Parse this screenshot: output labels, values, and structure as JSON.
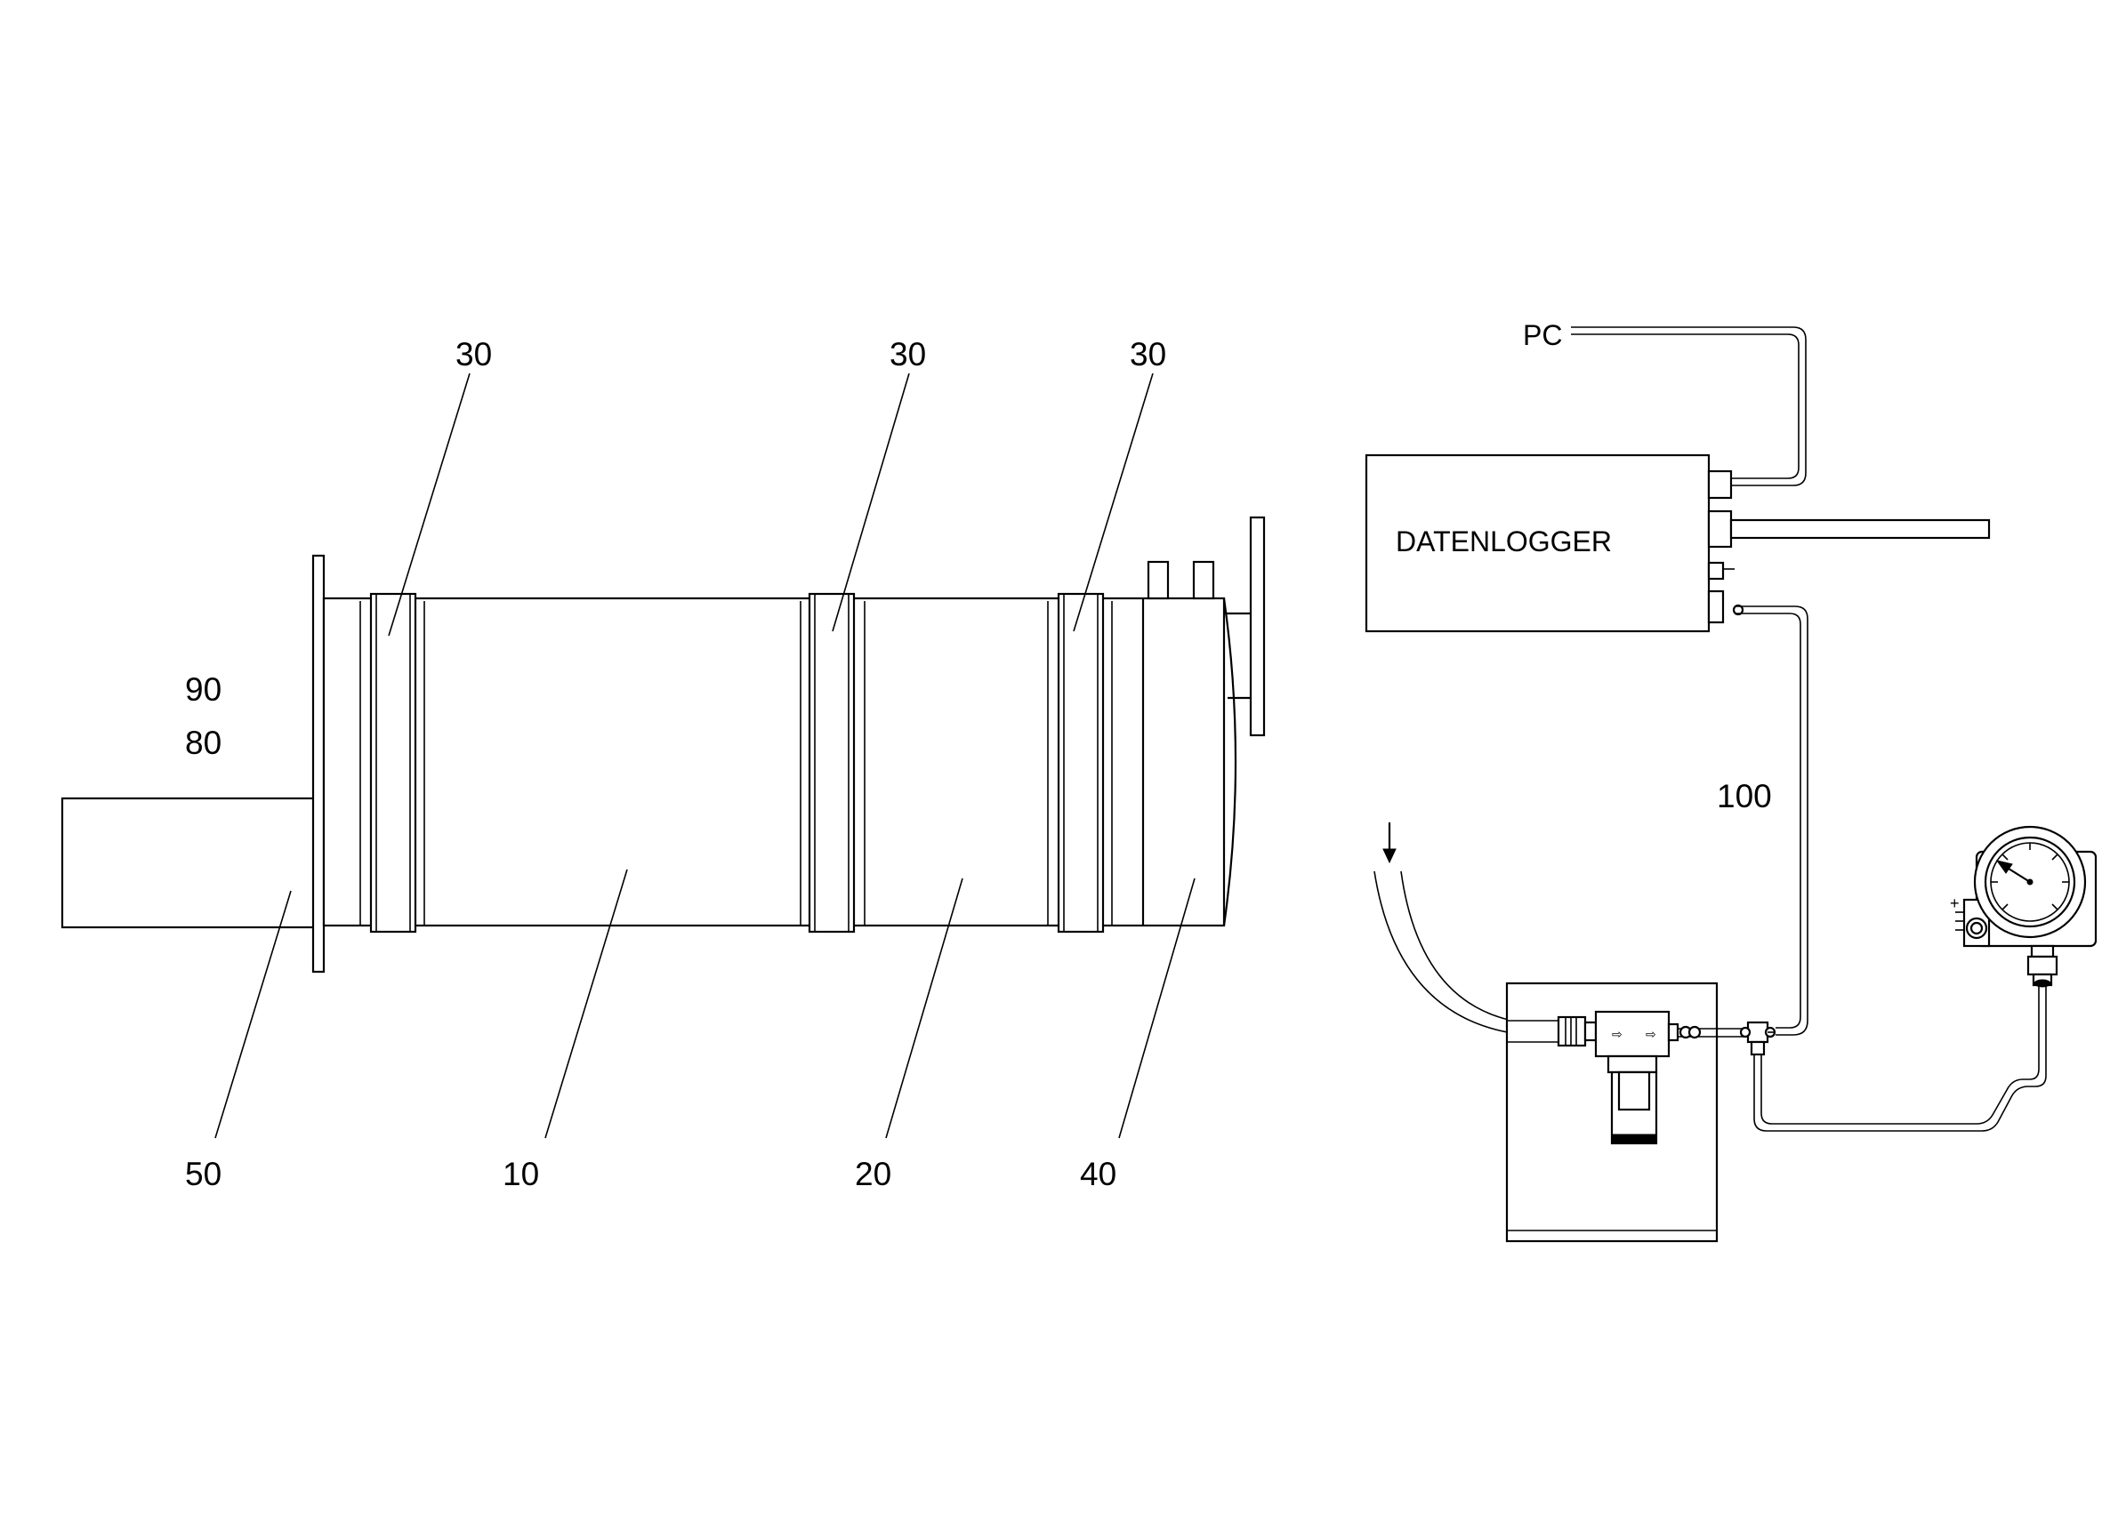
{
  "labels": {
    "casing_upper_left": "90",
    "casing_lower_left": "80",
    "ring_1": "30",
    "ring_2": "30",
    "ring_3": "30",
    "outlet_pipe": "50",
    "main_section": "10",
    "middle_section": "20",
    "end_section": "40",
    "cable_number": "100",
    "pc": "PC",
    "datalogger": "DATENLOGGER"
  }
}
